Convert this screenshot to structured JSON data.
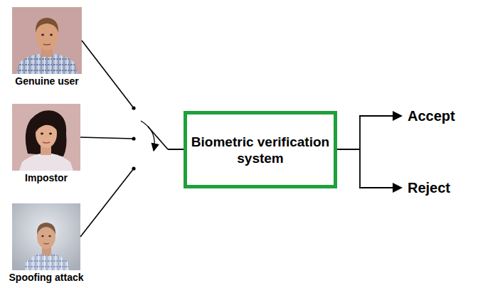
{
  "diagram": {
    "nodes": [
      {
        "text": [
          "Genuine user"
        ]
      },
      {
        "text": [
          "Impostor"
        ]
      },
      {
        "text": [
          "Spoofing attack"
        ]
      },
      {
        "text": [
          "Biometric verification system"
        ]
      }
    ],
    "edges": [
      {
        "from": 0,
        "to": 3,
        "arrow": "none"
      },
      {
        "from": 1,
        "to": 3,
        "arrow": "none"
      },
      {
        "from": 2,
        "to": 3,
        "arrow": "none"
      }
    ],
    "labels": [
      "Accept",
      "Reject"
    ]
  }
}
